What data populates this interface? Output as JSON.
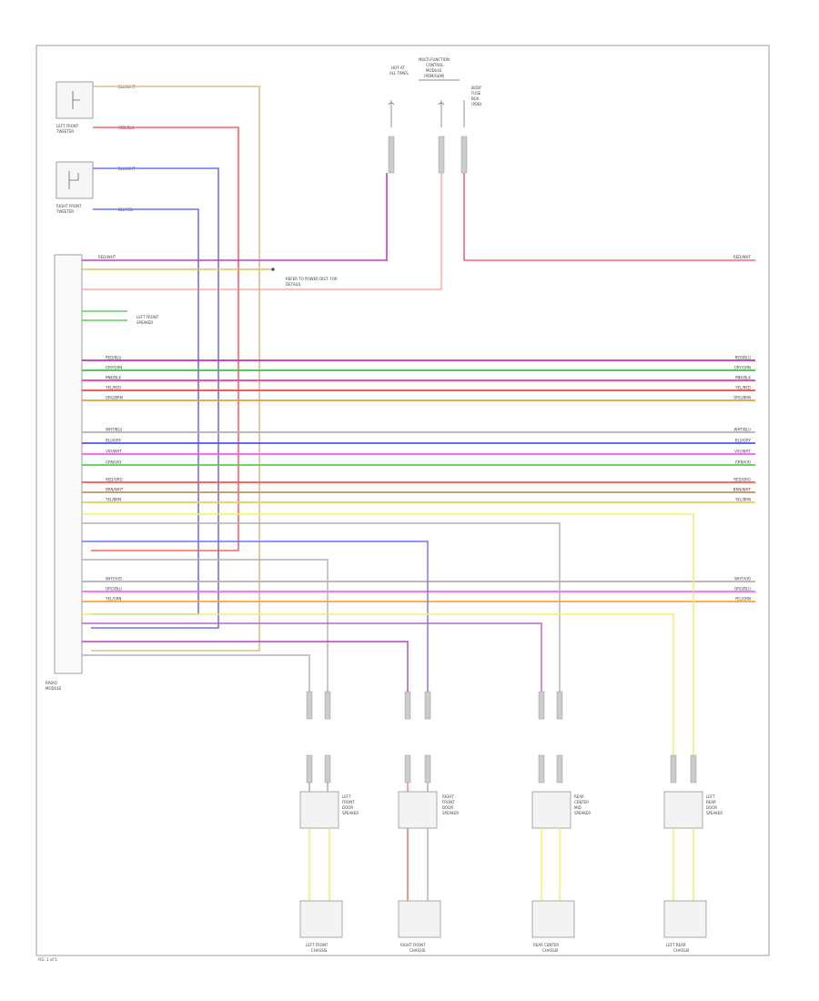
{
  "header": {
    "power_lines": [
      "HOT AT",
      "ALL TIMES"
    ],
    "main_module_lines": [
      "MULTI-FUNCTION",
      "CONTROL",
      "MODULE",
      "(PDM/GEM)"
    ],
    "fuse_module_lines": [
      "BODY",
      "FUSE",
      "BOX",
      "(PDB)"
    ]
  },
  "components": {
    "left_speaker": [
      "LEFT FRONT",
      "TWEETER"
    ],
    "right_speaker": [
      "RIGHT FRONT",
      "TWEETER"
    ],
    "amplifier": [
      "RADIO",
      "MODULE"
    ],
    "splice_note": "REFER TO POWER DIST. FOR",
    "splice_note2": "DETAILS",
    "ground_note": [
      "LEFT FRONT",
      "SPEAKER"
    ],
    "connectors": [
      [
        "LEFT",
        "FRONT",
        "DOOR",
        "SPEAKER"
      ],
      [
        "RIGHT",
        "FRONT",
        "DOOR",
        "SPEAKER"
      ],
      [
        "REAR",
        "CENTER",
        "MID",
        "SPEAKER"
      ],
      [
        "LEFT",
        "REAR",
        "DOOR",
        "SPEAKER"
      ]
    ],
    "bottom_speakers": [
      [
        "LEFT FRONT",
        "CHASSIS"
      ],
      [
        "RIGHT FRONT",
        "CHASSIS"
      ],
      [
        "REAR CENTER",
        "CHASSIS"
      ],
      [
        "LEFT REAR",
        "CHASSIS"
      ]
    ]
  },
  "labels": {
    "wire_top": "BLU/WHT",
    "wire_red": "RED/BLK",
    "wire_blu1": "BLU/WHT",
    "wire_blu2": "BLU/YEL",
    "wire_ignition": "RED/WHT",
    "right_ignition": "RED/WHT",
    "page_ref": "FIG. 1 of 5"
  },
  "harness_rows": [
    {
      "left": "RED/BLU",
      "right": "RED/BLU",
      "color": "#c030c0"
    },
    {
      "left": "GRY/GRN",
      "right": "GRY/GRN",
      "color": "#40c040"
    },
    {
      "left": "PNK/BLK",
      "right": "PNK/BLK",
      "color": "#e040a0"
    },
    {
      "left": "YEL/RED",
      "right": "YEL/RED",
      "color": "#ff4040"
    },
    {
      "left": "ORG/BRN",
      "right": "ORG/BRN",
      "color": "#e0a040"
    },
    {
      "left": "WHT/BLU",
      "right": "WHT/BLU",
      "color": "#b0b0b0"
    },
    {
      "left": "BLU/GRY",
      "right": "BLU/GRY",
      "color": "#5050ff"
    },
    {
      "left": "VIO/WHT",
      "right": "VIO/WHT",
      "color": "#ff50ff"
    },
    {
      "left": "GRN/VIO",
      "right": "GRN/VIO",
      "color": "#50d050"
    },
    {
      "left": "RED/ORG",
      "right": "RED/ORG",
      "color": "#ff5050"
    },
    {
      "left": "BRN/WHT",
      "right": "BRN/WHT",
      "color": "#c09060"
    },
    {
      "left": "YEL/BRN",
      "right": "YEL/BRN",
      "color": "#e0d060"
    },
    {
      "left": "WHT/VIO",
      "right": "WHT/VIO",
      "color": "#b0b0b0"
    },
    {
      "left": "ORG/BLU",
      "right": "ORG/BLU",
      "color": "#ff60ff"
    },
    {
      "left": "YEL/GRN",
      "right": "YEL/GRN",
      "color": "#ffa040"
    }
  ]
}
